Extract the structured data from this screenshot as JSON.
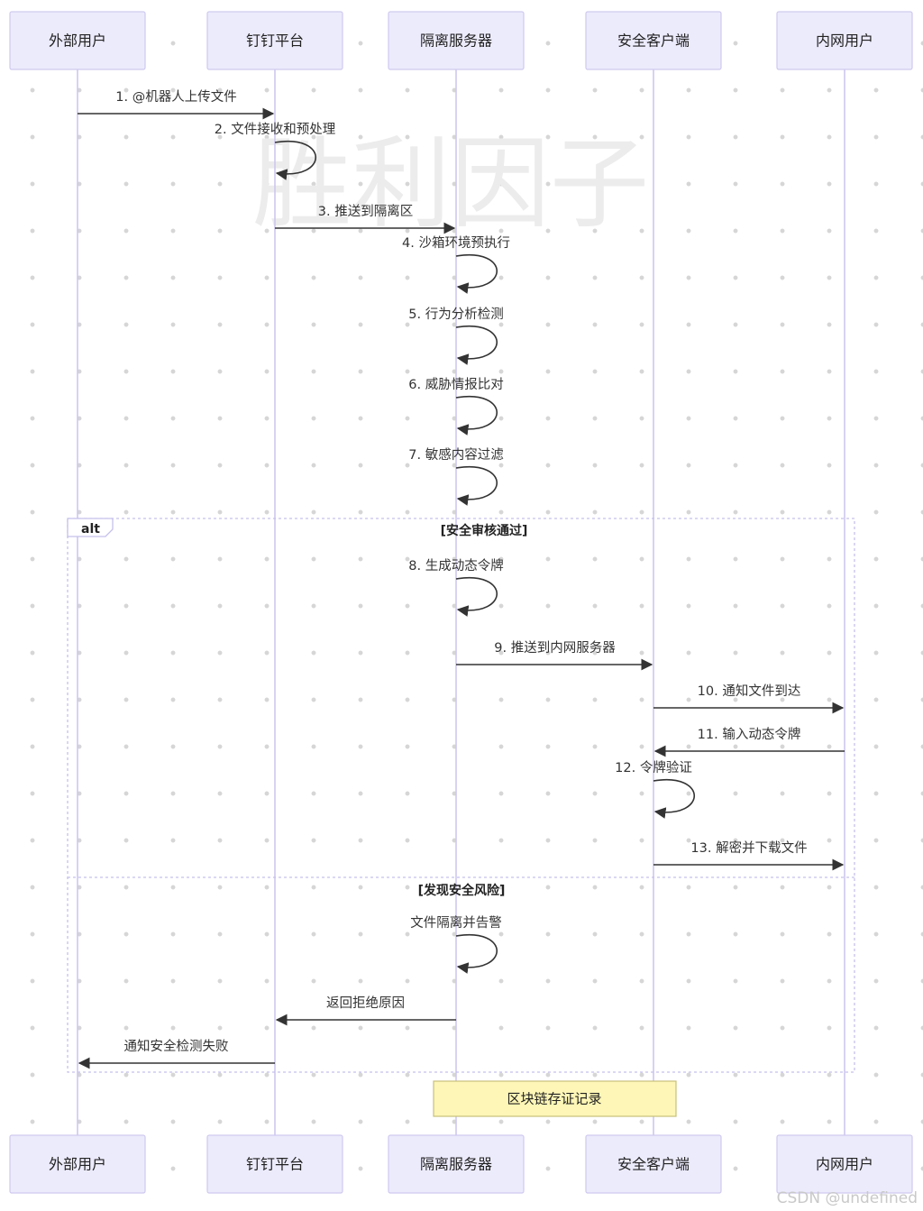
{
  "actors": [
    {
      "label": "外部用户"
    },
    {
      "label": "钉钉平台"
    },
    {
      "label": "隔离服务器"
    },
    {
      "label": "安全客户端"
    },
    {
      "label": "内网用户"
    }
  ],
  "messages": [
    {
      "from": 0,
      "to": 1,
      "label": "1. @机器人上传文件"
    },
    {
      "from": 1,
      "to": 1,
      "label": "2. 文件接收和预处理"
    },
    {
      "from": 1,
      "to": 2,
      "label": "3. 推送到隔离区"
    },
    {
      "from": 2,
      "to": 2,
      "label": "4. 沙箱环境预执行"
    },
    {
      "from": 2,
      "to": 2,
      "label": "5. 行为分析检测"
    },
    {
      "from": 2,
      "to": 2,
      "label": "6. 威胁情报比对"
    },
    {
      "from": 2,
      "to": 2,
      "label": "7. 敏感内容过滤"
    },
    {
      "from": 2,
      "to": 2,
      "label": "8. 生成动态令牌"
    },
    {
      "from": 2,
      "to": 3,
      "label": "9. 推送到内网服务器"
    },
    {
      "from": 3,
      "to": 4,
      "label": "10. 通知文件到达"
    },
    {
      "from": 4,
      "to": 3,
      "label": "11. 输入动态令牌"
    },
    {
      "from": 3,
      "to": 3,
      "label": "12. 令牌验证"
    },
    {
      "from": 3,
      "to": 4,
      "label": "13. 解密并下载文件"
    },
    {
      "from": 2,
      "to": 2,
      "label": "文件隔离并告警"
    },
    {
      "from": 2,
      "to": 1,
      "label": "返回拒绝原因"
    },
    {
      "from": 1,
      "to": 0,
      "label": "通知安全检测失败"
    }
  ],
  "alt": {
    "label": "alt",
    "condition_1": "[安全审核通过]",
    "condition_2": "[发现安全风险]"
  },
  "note": {
    "text": "区块链存证记录"
  },
  "watermark": "胜利因子",
  "footer": "CSDN @undefined"
}
